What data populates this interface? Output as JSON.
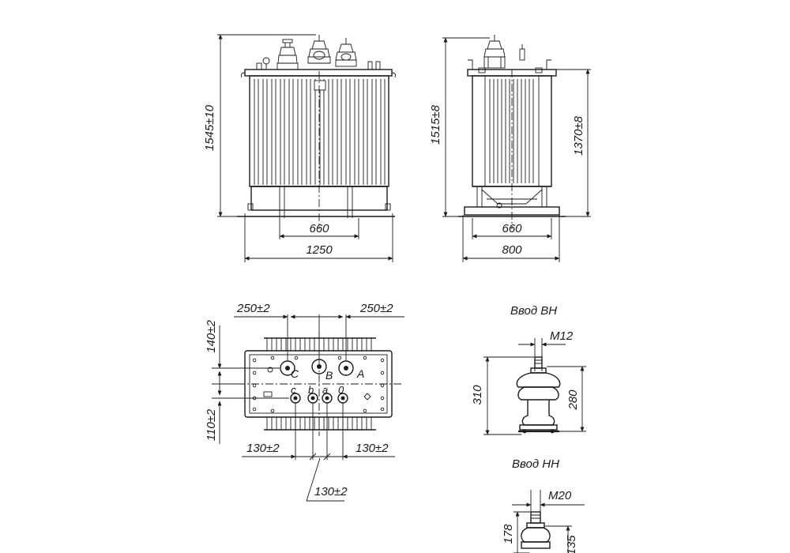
{
  "front_view": {
    "height": "1545±10",
    "width_inner": "660",
    "width_total": "1250"
  },
  "side_view": {
    "height_total": "1515±8",
    "height_tank": "1370±8",
    "width_inner": "660",
    "width_total": "800"
  },
  "top_view": {
    "spacing_left": "250±2",
    "spacing_right": "250±2",
    "offset_top": "140±2",
    "offset_bottom": "110±2",
    "lv_spacing_left": "130±2",
    "lv_spacing_right": "130±2",
    "lv_spacing_center": "130±2",
    "hv_labels": [
      "C",
      "B",
      "A"
    ],
    "lv_labels": [
      "c",
      "b",
      "a",
      "0"
    ]
  },
  "bushing_hv": {
    "title": "Ввод ВН",
    "thread": "M12",
    "height_total": "310",
    "height_body": "280"
  },
  "bushing_lv": {
    "title": "Ввод НН",
    "thread": "M20",
    "height_total": "178",
    "height_body": "135"
  }
}
